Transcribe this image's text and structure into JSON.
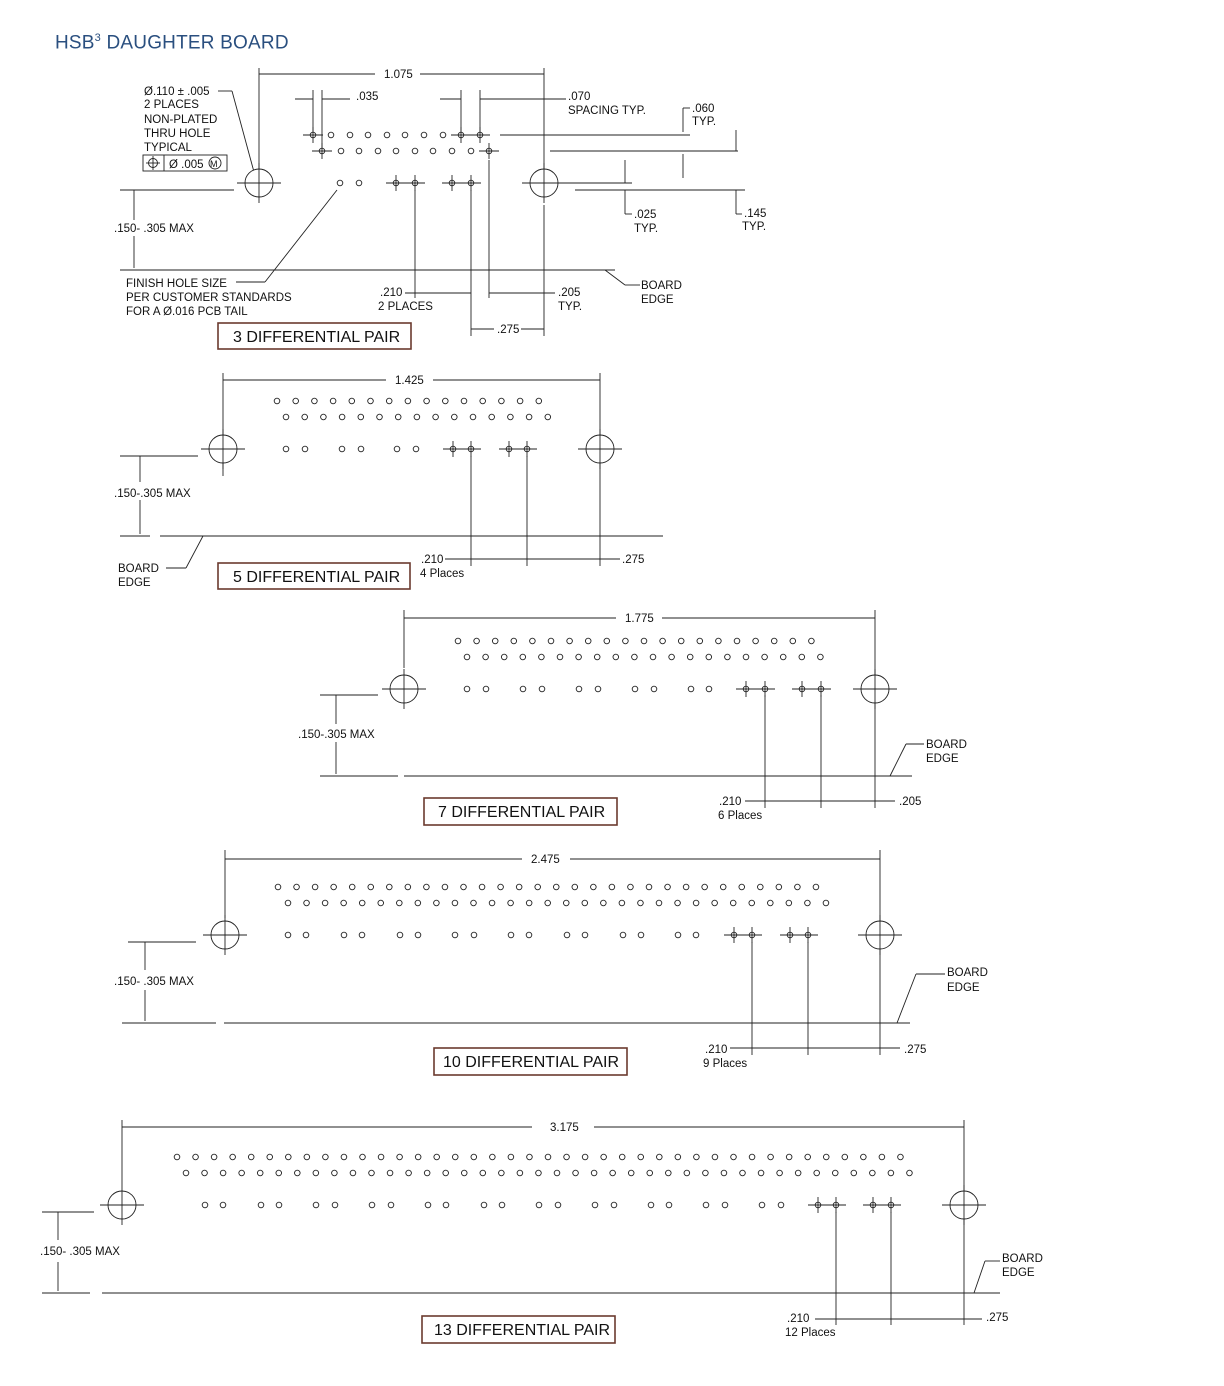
{
  "title": {
    "main": "HSB",
    "sup": "3",
    "rest": " DAUGHTER BOARD"
  },
  "colors": {
    "title": "#2a4f7f",
    "label_box": "#6b3a2e",
    "line": "#222222"
  },
  "detail": {
    "dia_callout": [
      "Ø.110 ± .005",
      "2 PLACES",
      "NON-PLATED",
      "THRU HOLE",
      "TYPICAL"
    ],
    "tolerance_frame": "Ø .005",
    "tolerance_modifier": "M",
    "finish_hole": [
      "FINISH HOLE SIZE",
      "PER CUSTOMER STANDARDS",
      "FOR A Ø.016 PCB TAIL"
    ],
    "dim_035": ".035",
    "dim_070": [
      ".070",
      "SPACING TYP."
    ],
    "dim_060": [
      ".060",
      "TYP."
    ],
    "dim_025": [
      ".025",
      "TYP."
    ],
    "dim_145": [
      ".145",
      "TYP."
    ],
    "dim_205": [
      ".205",
      "TYP."
    ],
    "dim_210": [
      ".210",
      "2 PLACES"
    ]
  },
  "board_edge": [
    "BOARD",
    "EDGE"
  ],
  "sections": [
    {
      "label": "3 DIFFERENTIAL PAIR",
      "width": "1.075",
      "height": ".150- .305 MAX",
      "pitch": ".210",
      "places": "2 PLACES",
      "end": ".275"
    },
    {
      "label": "5 DIFFERENTIAL PAIR",
      "width": "1.425",
      "height": ".150-.305 MAX",
      "pitch": ".210",
      "places": "4 Places",
      "end": ".275"
    },
    {
      "label": "7 DIFFERENTIAL PAIR",
      "width": "1.775",
      "height": ".150-.305 MAX",
      "pitch": ".210",
      "places": "6 Places",
      "end": ".205"
    },
    {
      "label": "10 DIFFERENTIAL PAIR",
      "width": "2.475",
      "height": ".150- .305 MAX",
      "pitch": ".210",
      "places": "9 Places",
      "end": ".275"
    },
    {
      "label": "13 DIFFERENTIAL PAIR",
      "width": "3.175",
      "height": ".150- .305 MAX",
      "pitch": ".210",
      "places": "12 Places",
      "end": ".275"
    }
  ]
}
